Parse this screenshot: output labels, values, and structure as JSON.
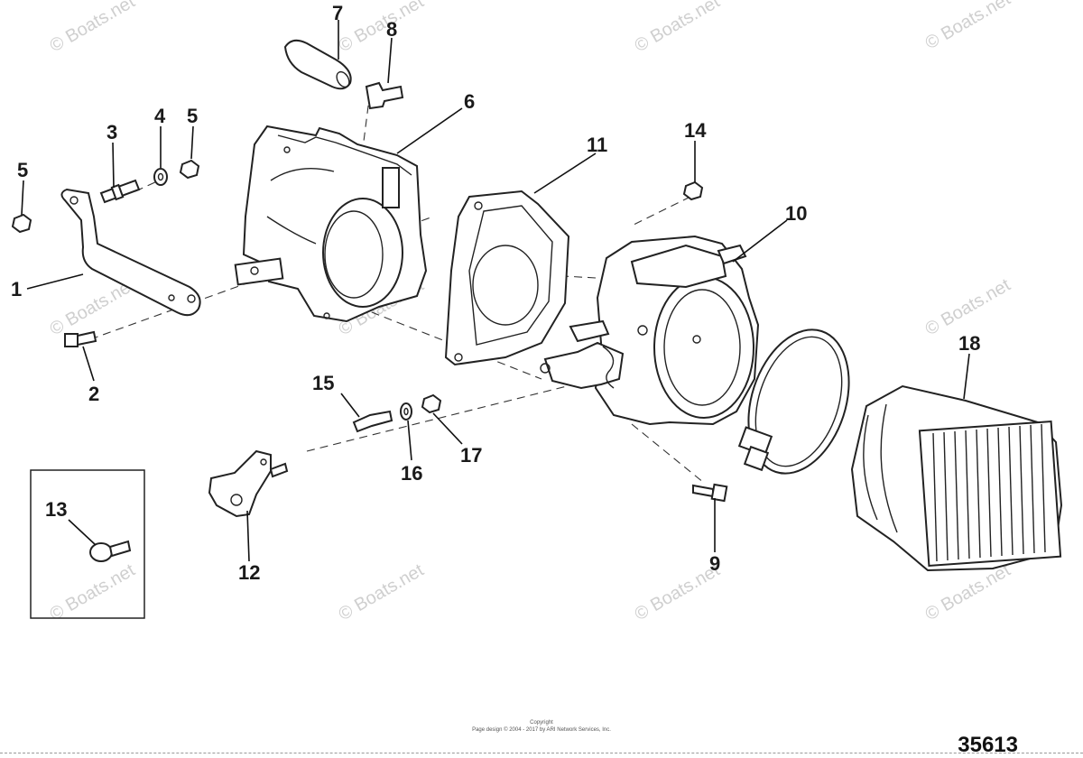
{
  "watermark": "© Boats.net",
  "footer": {
    "line1": "Copyright",
    "line2": "Page design © 2004 - 2017 by ARI Network Services, Inc."
  },
  "diagram_id": "35613",
  "callouts": [
    "1",
    "2",
    "3",
    "4",
    "5",
    "5",
    "6",
    "7",
    "8",
    "9",
    "10",
    "11",
    "12",
    "13",
    "14",
    "15",
    "16",
    "17",
    "18"
  ]
}
